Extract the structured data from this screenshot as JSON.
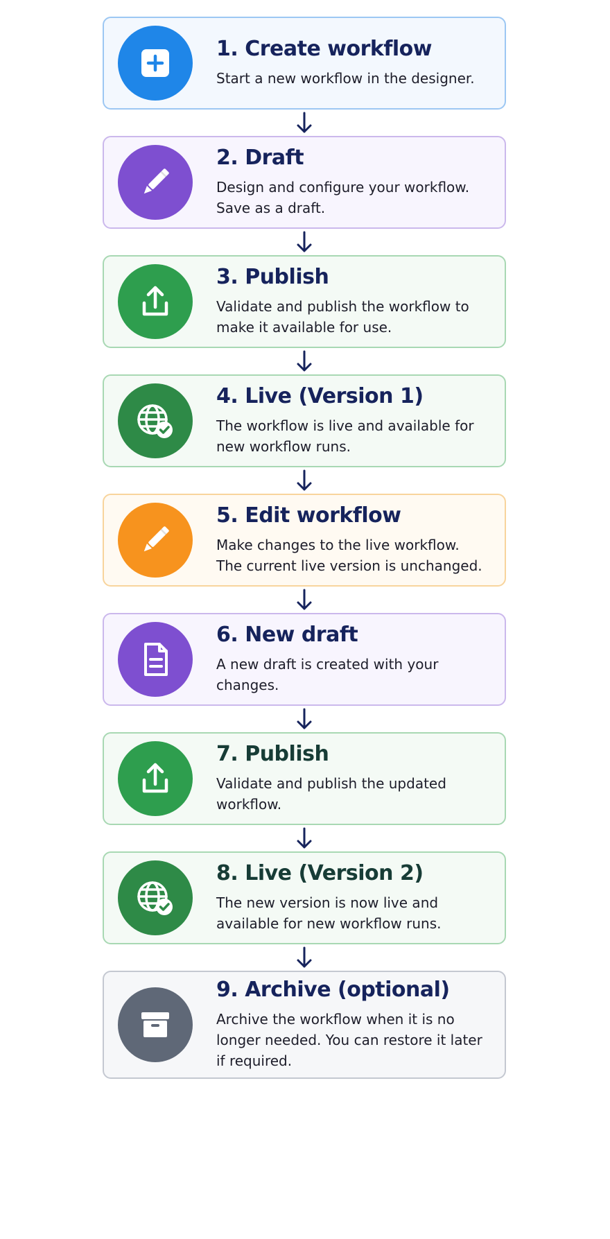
{
  "steps": [
    {
      "title": "1. Create workflow",
      "description": "Start a new workflow in the designer.",
      "icon": "plus-square-icon",
      "icon_name": "create-workflow-plus-icon",
      "accent": "#1f86e8",
      "border": "#9cc7f3",
      "background": "#f3f8fe",
      "title_color": "#16235c"
    },
    {
      "title": "2. Draft",
      "description": "Design and configure your workflow. Save as a draft.",
      "icon": "pencil-icon",
      "icon_name": "draft-pencil-icon",
      "accent": "#7e4fd0",
      "border": "#cbb8ec",
      "background": "#f8f5fe",
      "title_color": "#16235c"
    },
    {
      "title": "3. Publish",
      "description": "Validate and publish the workflow to make it available for use.",
      "icon": "upload-icon",
      "icon_name": "publish-upload-icon",
      "accent": "#2e9e4e",
      "border": "#a8d8b3",
      "background": "#f4faf5",
      "title_color": "#16235c"
    },
    {
      "title": "4. Live (Version 1)",
      "description": "The workflow is live and available for new workflow runs.",
      "icon": "globe-check-icon",
      "icon_name": "live-globe-check-icon",
      "accent": "#2e8a47",
      "border": "#a8d8b3",
      "background": "#f4faf5",
      "title_color": "#16235c"
    },
    {
      "title": "5. Edit workflow",
      "description": "Make changes to the live workflow. The current live version is unchanged.",
      "icon": "pencil-icon",
      "icon_name": "edit-pencil-icon",
      "accent": "#f7931e",
      "border": "#f8d49c",
      "background": "#fffaf2",
      "title_color": "#16235c"
    },
    {
      "title": "6. New draft",
      "description": "A new draft is created with your changes.",
      "icon": "document-icon",
      "icon_name": "new-draft-document-icon",
      "accent": "#7e4fd0",
      "border": "#cbb8ec",
      "background": "#f8f5fe",
      "title_color": "#16235c"
    },
    {
      "title": "7. Publish",
      "description": "Validate and publish the updated workflow.",
      "icon": "upload-icon",
      "icon_name": "publish-updated-upload-icon",
      "accent": "#2e9e4e",
      "border": "#a8d8b3",
      "background": "#f4faf5",
      "title_color": "#173c36"
    },
    {
      "title": "8. Live (Version 2)",
      "description": "The new version is now live and available for new workflow runs.",
      "icon": "globe-check-icon",
      "icon_name": "live-v2-globe-check-icon",
      "accent": "#2e8a47",
      "border": "#a8d8b3",
      "background": "#f4faf5",
      "title_color": "#173c36"
    },
    {
      "title": "9. Archive (optional)",
      "description": "Archive the workflow when it is no longer needed. You can restore it later if required.",
      "icon": "archive-box-icon",
      "icon_name": "archive-box-icon",
      "accent": "#5f6877",
      "border": "#c4c8d1",
      "background": "#f6f7f9",
      "title_color": "#16235c"
    }
  ],
  "arrow_color": "#16235c"
}
